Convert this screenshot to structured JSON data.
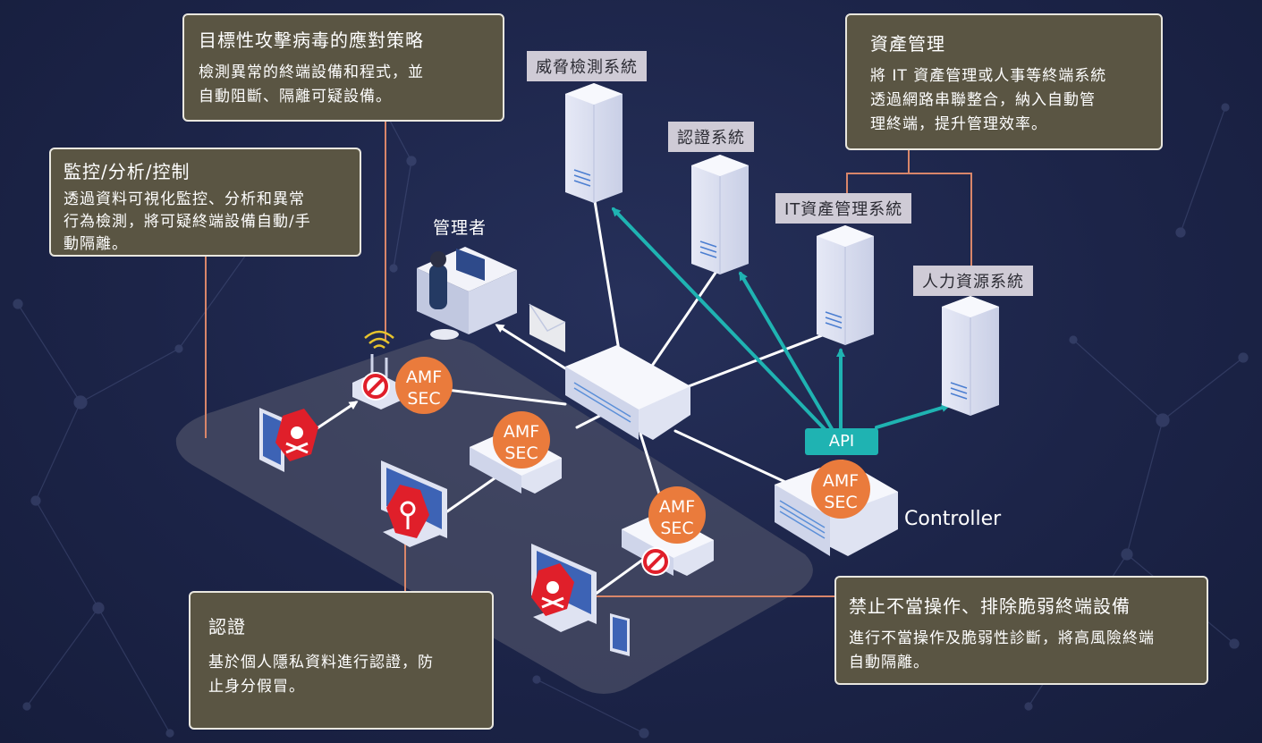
{
  "callouts": {
    "apt": {
      "title": "目標性攻擊病毒的應對策略",
      "body_lines": [
        "檢測異常的終端設備和程式，並",
        "自動阻斷、隔離可疑設備。"
      ]
    },
    "monitor": {
      "title": "監控/分析/控制",
      "body_lines": [
        "透過資料可視化監控、分析和異常",
        "行為檢測，將可疑終端設備自動/手",
        "動隔離。"
      ]
    },
    "asset": {
      "title": "資產管理",
      "body_lines": [
        "將 IT 資產管理或人事等終端系統",
        "透過網路串聯整合，納入自動管",
        "理終端，提升管理效率。"
      ]
    },
    "auth": {
      "title": "認證",
      "body_lines": [
        "基於個人隱私資料進行認證，防",
        "止身分假冒。"
      ]
    },
    "block": {
      "title": "禁止不當操作、排除脆弱終端設備",
      "body_lines": [
        "進行不當操作及脆弱性診斷，將高風險終端",
        "自動隔離。"
      ]
    }
  },
  "systems": {
    "threat": "威脅檢測系統",
    "auth": "認證系統",
    "it_asset": "IT資產管理系統",
    "hr": "人力資源系統"
  },
  "admin_label": "管理者",
  "api_label": "API",
  "controller_label": "Controller",
  "amf_line1": "AMF",
  "amf_line2": "SEC",
  "colors": {
    "background": "#1c2448",
    "callout_fill": "#5a5543",
    "amf_badge": "#ea7b3c",
    "teal": "#1fb3b2",
    "connector": "#d9866a"
  }
}
